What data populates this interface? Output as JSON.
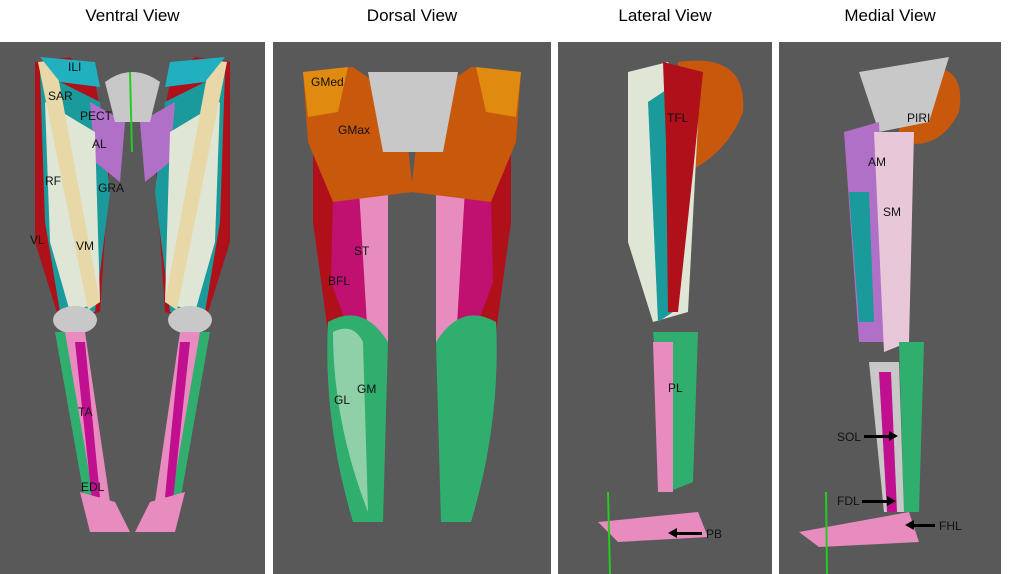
{
  "panels": [
    {
      "title": "Ventral View",
      "labels": [
        "ILI",
        "SAR",
        "PECT",
        "AL",
        "RF",
        "GRA",
        "VL",
        "VM",
        "TA",
        "EDL"
      ]
    },
    {
      "title": "Dorsal View",
      "labels": [
        "GMed",
        "GMax",
        "ST",
        "BFL",
        "GL",
        "GM"
      ]
    },
    {
      "title": "Lateral View",
      "labels": [
        "TFL",
        "PL",
        "PB"
      ]
    },
    {
      "title": "Medial View",
      "labels": [
        "PIRI",
        "AM",
        "SM",
        "SOL",
        "FDL",
        "FHL"
      ]
    }
  ],
  "colors": {
    "background": "#595959",
    "bone": "#c8c8c8",
    "quadriceps": "#dfe6d6",
    "sartorius": "#e8d8a8",
    "vastus": "#1a9a9a",
    "gastrocnemius": "#2fae6e",
    "gluteus": "#c8580c",
    "hamstring": "#e88cc0",
    "red_muscle": "#b0101a",
    "adductor": "#b070c8"
  }
}
